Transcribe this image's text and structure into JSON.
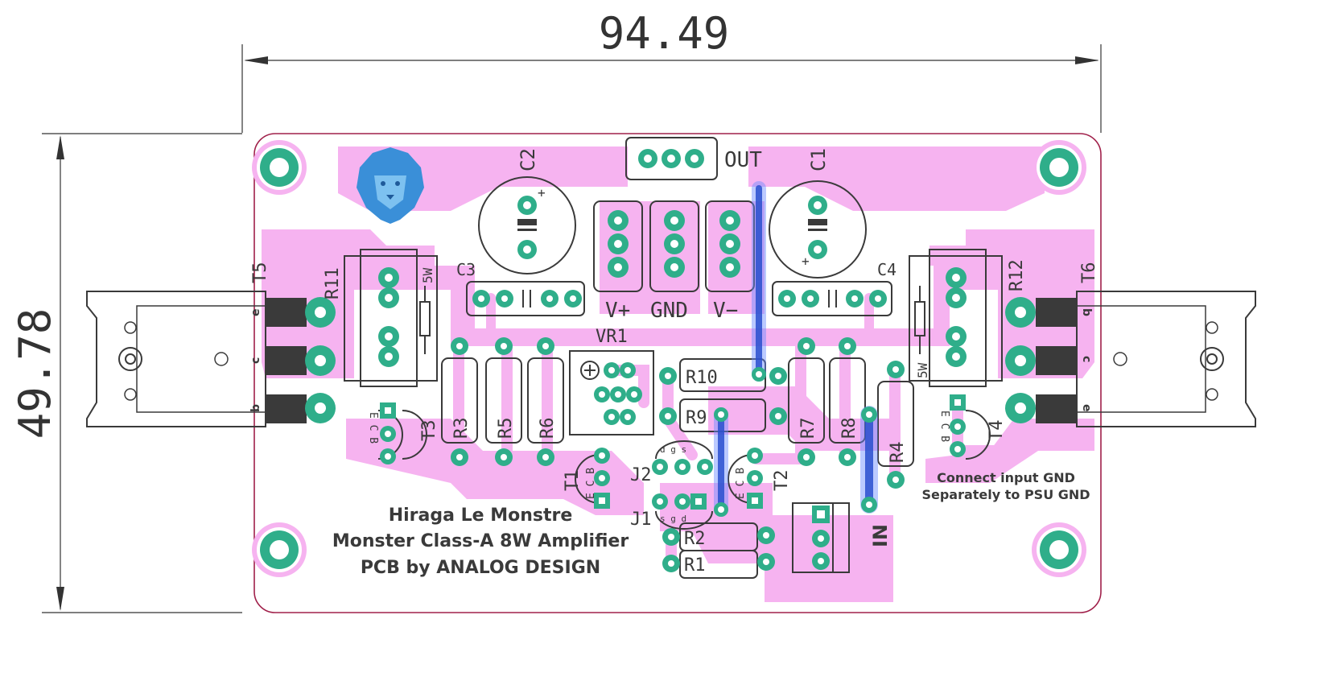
{
  "dimensions": {
    "width_label": "94.49",
    "height_label": "49.78"
  },
  "board": {
    "title_line1": "Hiraga Le Monstre",
    "title_line2": "Monster Class-A 8W Amplifier",
    "title_line3": "PCB by ANALOG DESIGN",
    "gnd_note_line1": "Connect input GND",
    "gnd_note_line2": "Separately to PSU GND",
    "logo_icon": "lion-head-icon"
  },
  "labels": {
    "out": "OUT",
    "in": "IN",
    "vplus": "V+",
    "gnd": "GND",
    "vminus": "V−",
    "c1": "C1",
    "c2": "C2",
    "c3": "C3",
    "c4": "C4",
    "vr1": "VR1",
    "r1": "R1",
    "r2": "R2",
    "r3": "R3",
    "r4": "R4",
    "r5": "R5",
    "r6": "R6",
    "r7": "R7",
    "r8": "R8",
    "r9": "R9",
    "r10": "R10",
    "r11": "R11",
    "r12": "R12",
    "t1": "T1",
    "t2": "T2",
    "t3": "T3",
    "t4": "T4",
    "t5": "T5",
    "t6": "T6",
    "j1": "J1",
    "j2": "J2",
    "r11_power": "5W",
    "r12_power": "5W",
    "t5_e": "e",
    "t5_c": "c",
    "t5_b": "b",
    "t6_b": "b",
    "t6_c": "c",
    "t6_e": "e",
    "ecb": "E C B",
    "dgs": "d g s",
    "sgd": "s g d",
    "plus": "+"
  },
  "colors": {
    "copper": "#f6b3f0",
    "pad": "#2fae8a",
    "silkscreen": "#3a3a3a",
    "jumper": "#2a4fcf",
    "logo": "#3a8fd8"
  }
}
